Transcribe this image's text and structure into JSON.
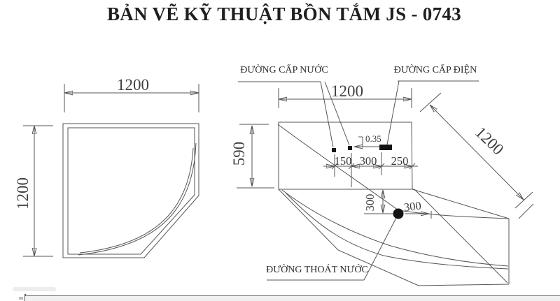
{
  "title": "BẢN VẼ KỸ THUẬT BỒN TẮM JS - 0743",
  "plan_view": {
    "width_dim": "1200",
    "height_dim": "1200"
  },
  "detail_view": {
    "top_width_dim": "1200",
    "diagonal_dim": "1200",
    "depth_dim": "590",
    "chain_dims": [
      "150",
      "300",
      "250"
    ],
    "electric_offset_dim": "0.35",
    "drain_vertical_dim": "300",
    "drain_horizontal_dim": "300",
    "labels": {
      "water_supply": "ĐƯỜNG CẤP NƯỚC",
      "electric_supply": "ĐƯỜNG CẤP ĐIỆN",
      "water_drain": "ĐƯỜNG THOÁT NƯỚC"
    }
  },
  "colors": {
    "background": "#ffffff",
    "line": "#555555",
    "text": "#3b3b3b",
    "title_text": "#1f1f1f",
    "solid_feature": "#141414",
    "footer_bar": "#f1f1f1"
  }
}
